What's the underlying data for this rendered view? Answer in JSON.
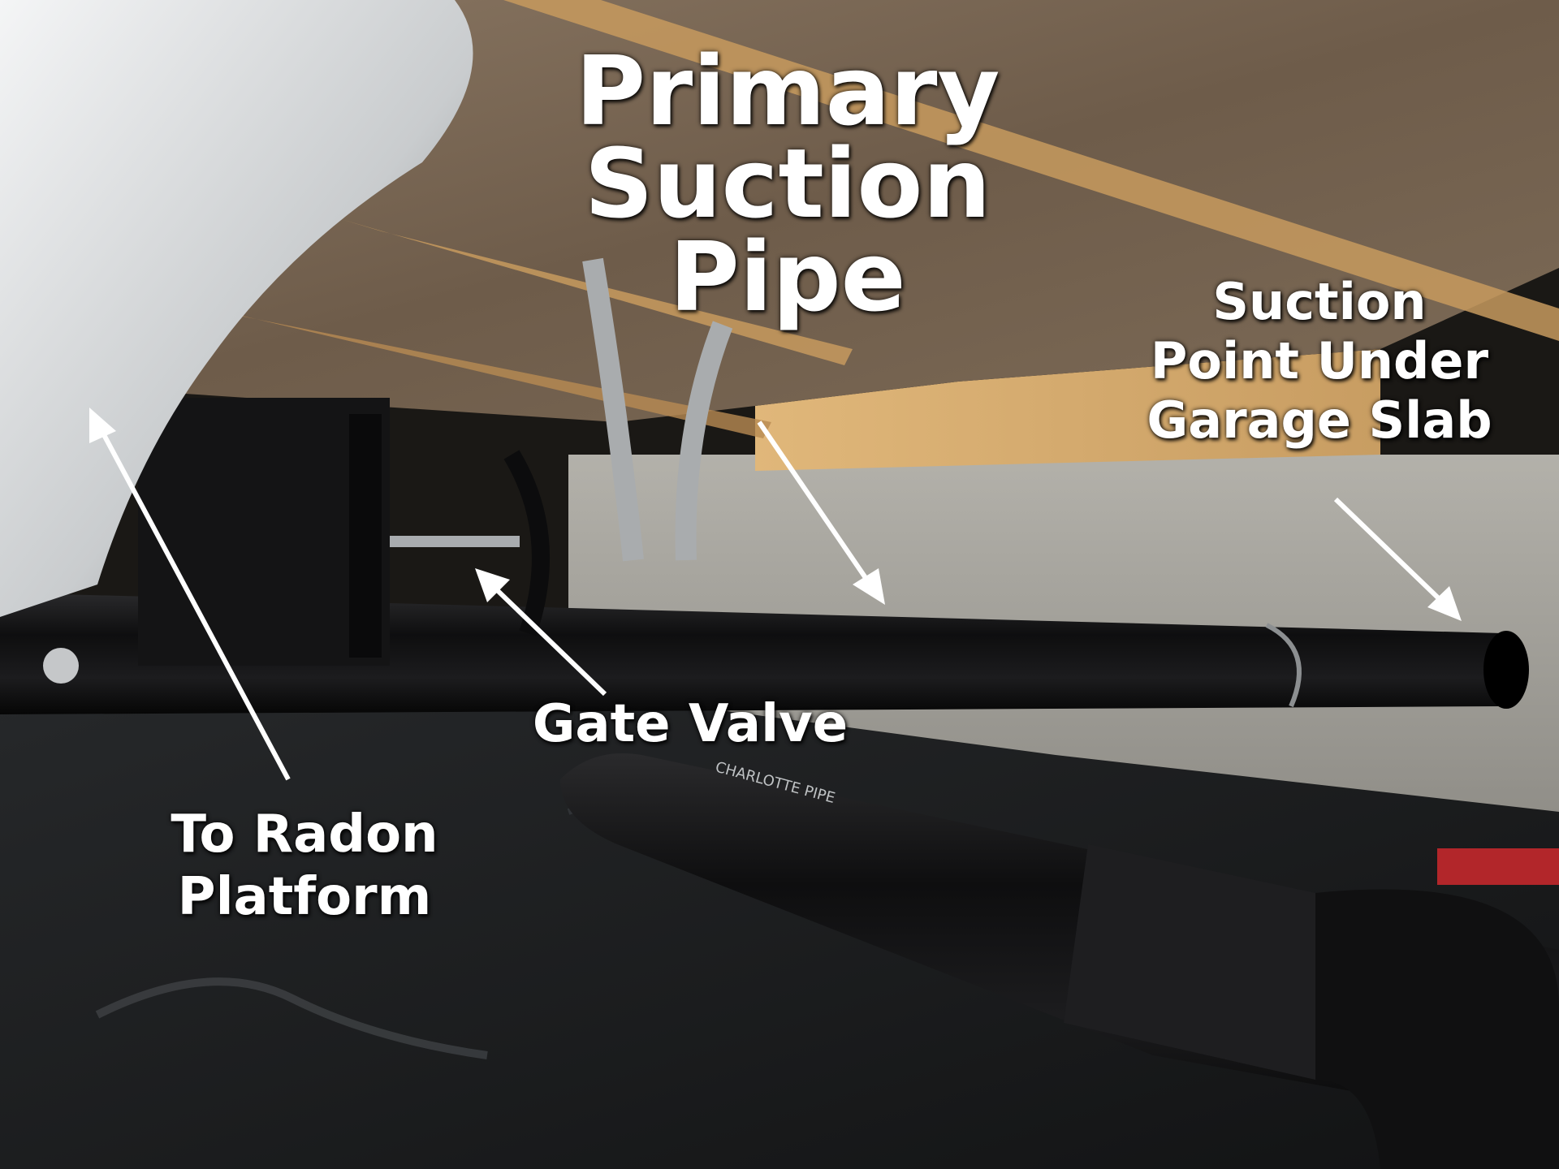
{
  "photo": {
    "colors": {
      "insulation": "#6e5c4a",
      "joist": "#c79a5e",
      "concrete": "#9c9a93",
      "pipe": "#0e0e0f",
      "vapor_barrier": "#1b1c1d",
      "duct": "#cfd2d4",
      "strap": "#a9acae"
    }
  },
  "annotations": {
    "primary_suction_pipe": {
      "lines": [
        "Primary",
        "Suction",
        "Pipe"
      ]
    },
    "suction_point": {
      "lines": [
        "Suction",
        "Point Under",
        "Garage Slab"
      ]
    },
    "gate_valve": {
      "text": "Gate Valve"
    },
    "to_radon_platform": {
      "lines": [
        "To Radon",
        "Platform"
      ]
    }
  },
  "pipe_print": {
    "text": "CHARLOTTE PIPE"
  }
}
